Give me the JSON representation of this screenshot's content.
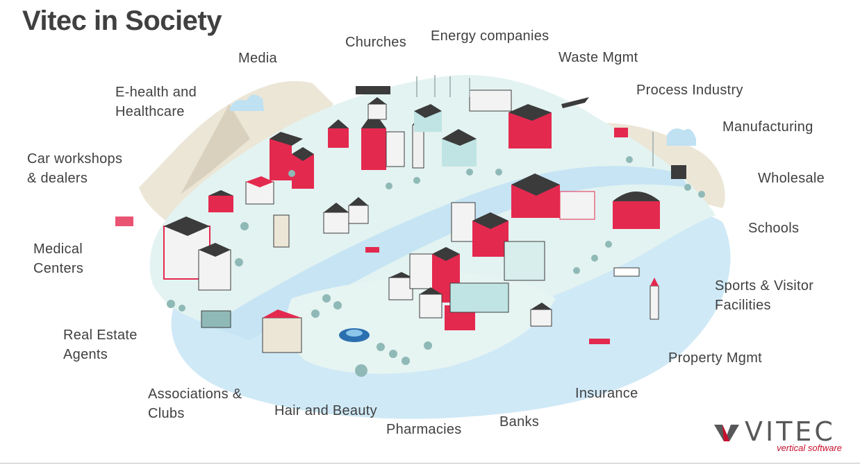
{
  "slide": {
    "title": "Vitec in Society",
    "labels": {
      "media": "Media",
      "churches": "Churches",
      "energy": "Energy companies",
      "waste": "Waste Mgmt",
      "ehealth_1": "E-health and",
      "ehealth_2": "Healthcare",
      "process": "Process Industry",
      "manufacturing": "Manufacturing",
      "car_1": "Car workshops",
      "car_2": "& dealers",
      "wholesale": "Wholesale",
      "schools": "Schools",
      "medical_1": "Medical",
      "medical_2": "Centers",
      "sports_1": "Sports & Visitor",
      "sports_2": "Facilities",
      "realestate_1": "Real Estate",
      "realestate_2": "Agents",
      "property": "Property Mgmt",
      "assoc_1": "Associations &",
      "assoc_2": "Clubs",
      "hair": "Hair and Beauty",
      "pharmacies": "Pharmacies",
      "banks": "Banks",
      "insurance": "Insurance"
    },
    "logo": {
      "word": "VITEC",
      "tagline": "vertical software"
    },
    "colors": {
      "text": "#404040",
      "water": "#c9e7f5",
      "land": "#e3f3f1",
      "accent": "#e4294f",
      "dark": "#3b3b3b",
      "tree": "#8fb9b7",
      "brand": "#c8102e"
    }
  }
}
